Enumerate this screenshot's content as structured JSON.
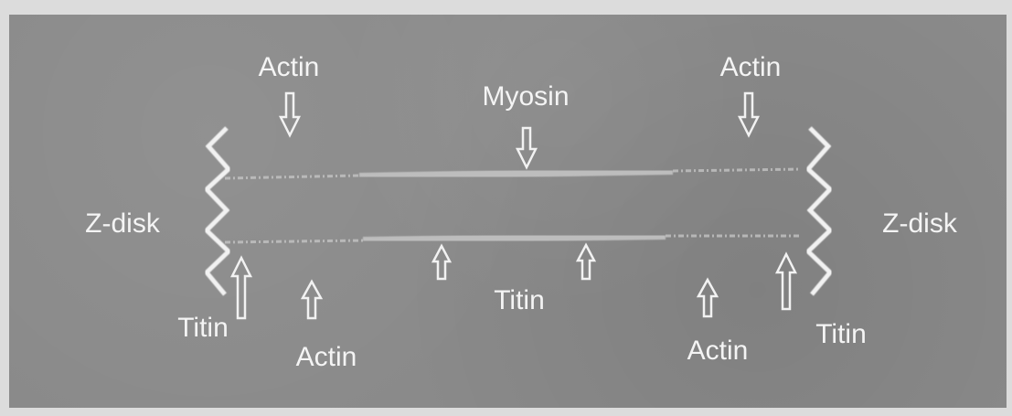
{
  "labels": {
    "actin_top_left": "Actin",
    "actin_top_right": "Actin",
    "myosin": "Myosin",
    "z_disk_left": "Z-disk",
    "z_disk_right": "Z-disk",
    "titin_center": "Titin",
    "titin_left": "Titin",
    "titin_right": "Titin",
    "actin_bottom_left": "Actin",
    "actin_bottom_right": "Actin"
  },
  "colors": {
    "background": "#8a8a8a",
    "filament": "#f2f2f2",
    "myosin": "#bdbdbd",
    "label": "#f4f4f4",
    "outer": "#dcdcdc"
  },
  "icons": [
    "down-arrow-icon",
    "up-arrow-icon"
  ]
}
